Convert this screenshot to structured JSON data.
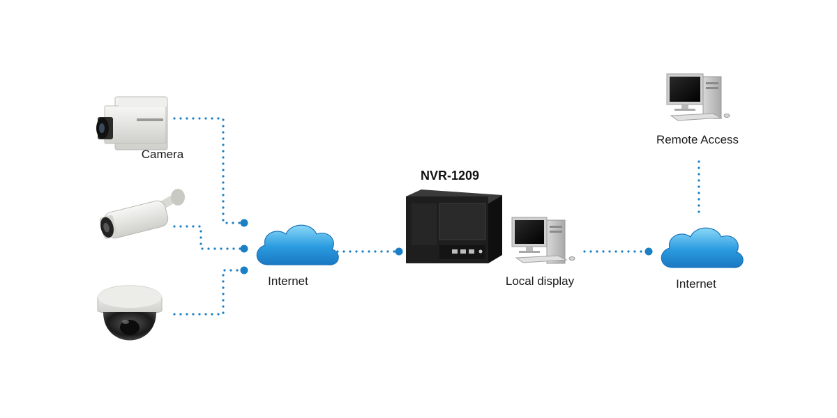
{
  "colors": {
    "link": "#1a7fc4",
    "cloud": "#1f8fd6",
    "cloud_light": "#7fd0f5",
    "device_dark": "#1c1c1c",
    "camera_body": "#e8e8e6"
  },
  "nodes": {
    "box_camera": {
      "label": "Camera",
      "icon": "box-camera-icon"
    },
    "bullet_camera": {
      "icon": "bullet-camera-icon"
    },
    "dome_camera": {
      "icon": "dome-camera-icon"
    },
    "internet_left": {
      "label": "Internet",
      "icon": "cloud-icon"
    },
    "nvr": {
      "label": "NVR-1209",
      "icon": "nvr-device-icon"
    },
    "local_display": {
      "label": "Local display",
      "icon": "desktop-computer-icon"
    },
    "internet_right": {
      "label": "Internet",
      "icon": "cloud-icon"
    },
    "remote_access": {
      "label": "Remote Access",
      "icon": "desktop-computer-icon"
    }
  },
  "links": [
    {
      "from": "box_camera",
      "to": "internet_left",
      "style": "dotted"
    },
    {
      "from": "bullet_camera",
      "to": "internet_left",
      "style": "dotted"
    },
    {
      "from": "dome_camera",
      "to": "internet_left",
      "style": "dotted"
    },
    {
      "from": "internet_left",
      "to": "nvr",
      "style": "dotted"
    },
    {
      "from": "local_display",
      "to": "internet_right",
      "style": "dotted"
    },
    {
      "from": "internet_right",
      "to": "remote_access",
      "style": "dotted"
    }
  ]
}
